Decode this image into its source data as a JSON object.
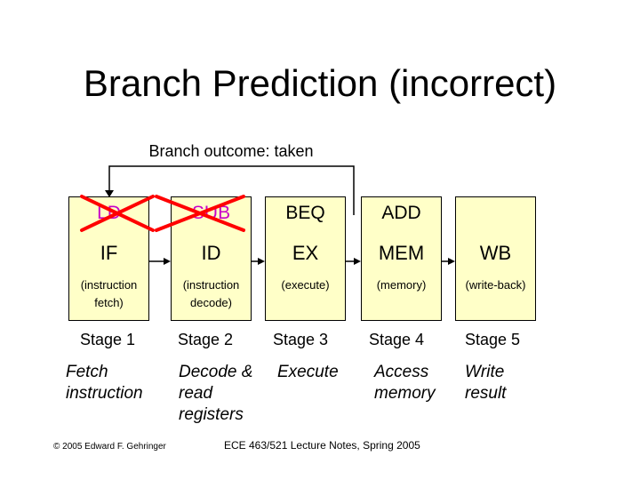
{
  "title": "Branch Prediction (incorrect)",
  "branch_outcome": "Branch outcome: taken",
  "stages": [
    {
      "instr": "LD",
      "struck": true,
      "abbr": "IF",
      "full": "(instruction fetch)",
      "stage": "Stage 1",
      "desc": "Fetch instruction"
    },
    {
      "instr": "SUB",
      "struck": true,
      "abbr": "ID",
      "full": "(instruction decode)",
      "stage": "Stage 2",
      "desc": "Decode & read registers"
    },
    {
      "instr": "BEQ",
      "struck": false,
      "abbr": "EX",
      "full": "(execute)",
      "stage": "Stage 3",
      "desc": "Execute"
    },
    {
      "instr": "ADD",
      "struck": false,
      "abbr": "MEM",
      "full": "(memory)",
      "stage": "Stage 4",
      "desc": "Access memory"
    },
    {
      "instr": "",
      "struck": false,
      "abbr": "WB",
      "full": "(write-back)",
      "stage": "Stage 5",
      "desc": "Write result"
    }
  ],
  "colors": {
    "box_fill": "#ffffc8",
    "strike": "#ff0000",
    "struck_text": "#c800c8"
  },
  "footer_left": "© 2005 Edward F. Gehringer",
  "footer_center": "ECE 463/521 Lecture Notes, Spring 2005"
}
